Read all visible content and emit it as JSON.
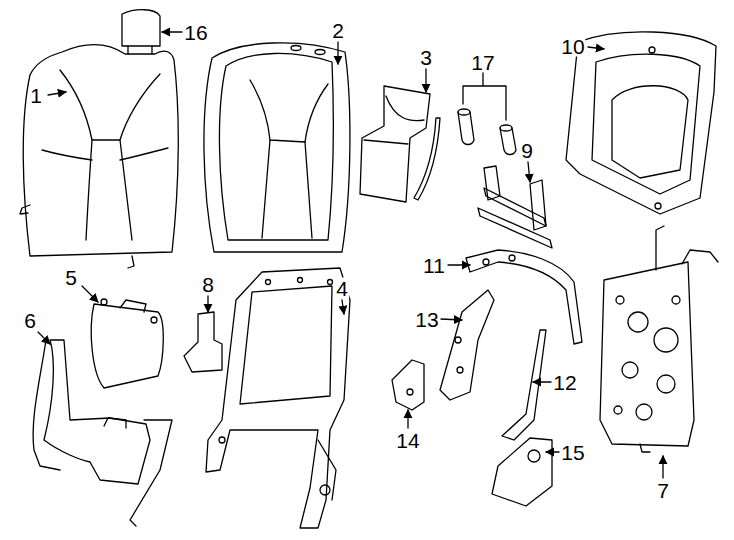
{
  "diagram": {
    "labels": [
      "16",
      "1",
      "2",
      "3",
      "17",
      "10",
      "9",
      "11",
      "5",
      "8",
      "4",
      "6",
      "13",
      "12",
      "14",
      "15",
      "7"
    ]
  }
}
